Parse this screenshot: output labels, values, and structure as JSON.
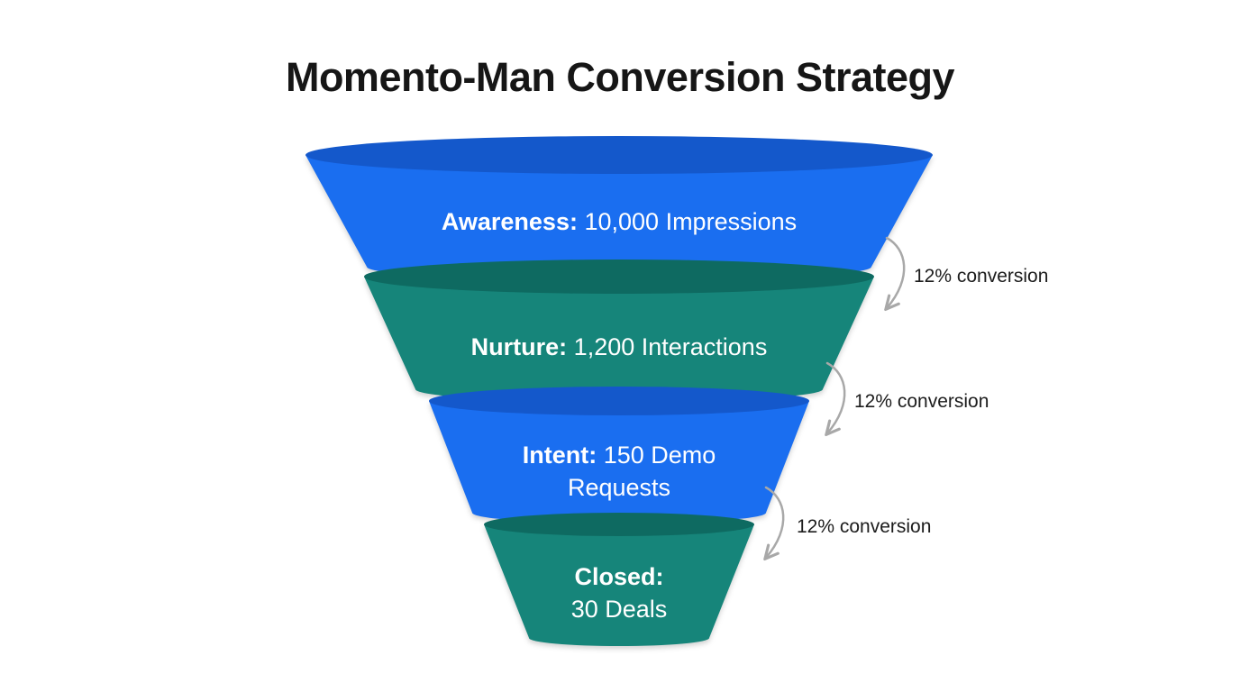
{
  "title": "Momento-Man Conversion Strategy",
  "chart_data": {
    "type": "funnel",
    "title": "Momento-Man Conversion Strategy",
    "background": "#ffffff",
    "text_color_on_funnel": "#ffffff",
    "arrow_color": "#a8a8a8",
    "stages": [
      {
        "name": "Awareness:",
        "detail": "10,000 Impressions",
        "value": 10000,
        "unit": "Impressions",
        "color": "#1a6ef0",
        "rim_color": "#1458cb"
      },
      {
        "name": "Nurture:",
        "detail": "1,200 Interactions",
        "value": 1200,
        "unit": "Interactions",
        "color": "#16857a",
        "rim_color": "#0e6a61"
      },
      {
        "name": "Intent:",
        "detail": "150 Demo Requests",
        "value": 150,
        "unit": "Demo Requests",
        "color": "#1a6ef0",
        "rim_color": "#1458cb"
      },
      {
        "name": "Closed:",
        "detail": "30 Deals",
        "value": 30,
        "unit": "Deals",
        "color": "#16857a",
        "rim_color": "#0e6a61"
      }
    ],
    "transitions": [
      {
        "label": "12% conversion",
        "rate_pct": 12,
        "from": "Awareness",
        "to": "Nurture"
      },
      {
        "label": "12% conversion",
        "rate_pct": 12,
        "from": "Nurture",
        "to": "Intent"
      },
      {
        "label": "12% conversion",
        "rate_pct": 12,
        "from": "Intent",
        "to": "Closed"
      }
    ]
  }
}
